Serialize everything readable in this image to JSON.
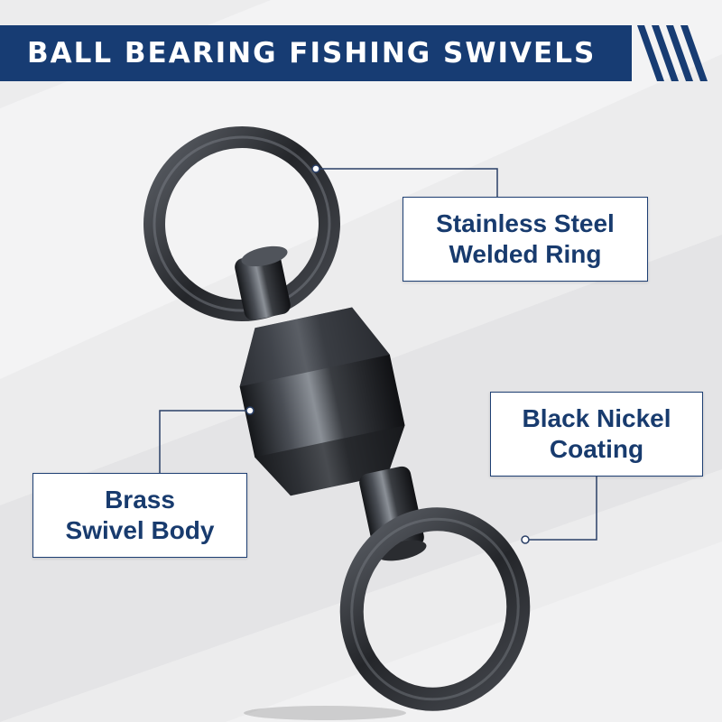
{
  "banner": {
    "title": "BALL BEARING FISHING SWIVELS"
  },
  "callouts": {
    "top_right": {
      "line1": "Stainless Steel",
      "line2": "Welded Ring"
    },
    "mid_right": {
      "line1": "Black Nickel",
      "line2": "Coating"
    },
    "bottom_left": {
      "line1": "Brass",
      "line2": "Swivel Body"
    }
  },
  "colors": {
    "banner": "#173c73",
    "text": "#183b6e",
    "background": "#ececed",
    "metal": "#2b2e33"
  }
}
